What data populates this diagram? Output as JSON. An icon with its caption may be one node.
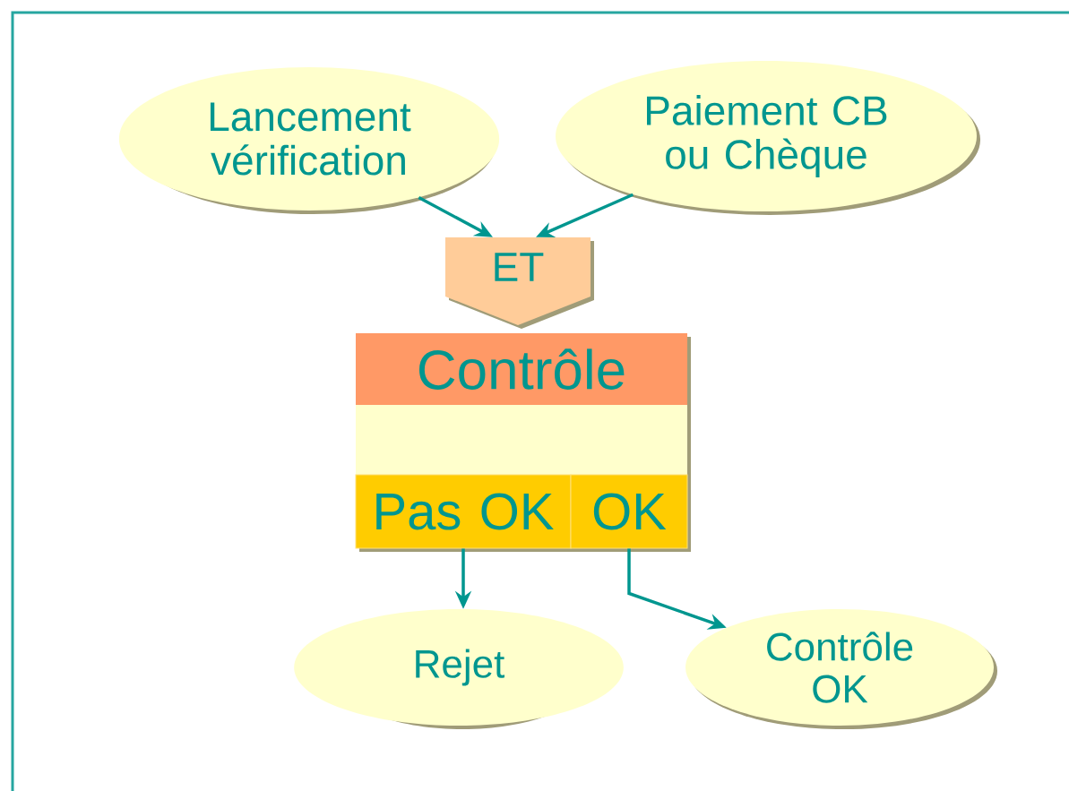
{
  "diagram": {
    "nodes": [
      {
        "text": [
          "Lancement vérification"
        ]
      },
      {
        "text": [
          "Paiement CB ou Chèque"
        ]
      },
      {
        "text": [
          "ET"
        ]
      },
      {
        "text": [
          "Contrôle"
        ]
      },
      {
        "text": [
          "Pas OK"
        ],
        "in": 3
      },
      {
        "text": [
          "OK"
        ],
        "in": 3
      },
      {
        "text": [
          "Rejet"
        ]
      },
      {
        "text": [
          "Contrôle OK"
        ]
      }
    ],
    "edges": [
      {
        "from": 0,
        "to": 2,
        "arrow": "to"
      },
      {
        "from": 1,
        "to": 2,
        "arrow": "to"
      },
      {
        "from": 4,
        "to": 6,
        "arrow": "to"
      },
      {
        "from": 5,
        "to": 7,
        "arrow": "to"
      }
    ]
  }
}
